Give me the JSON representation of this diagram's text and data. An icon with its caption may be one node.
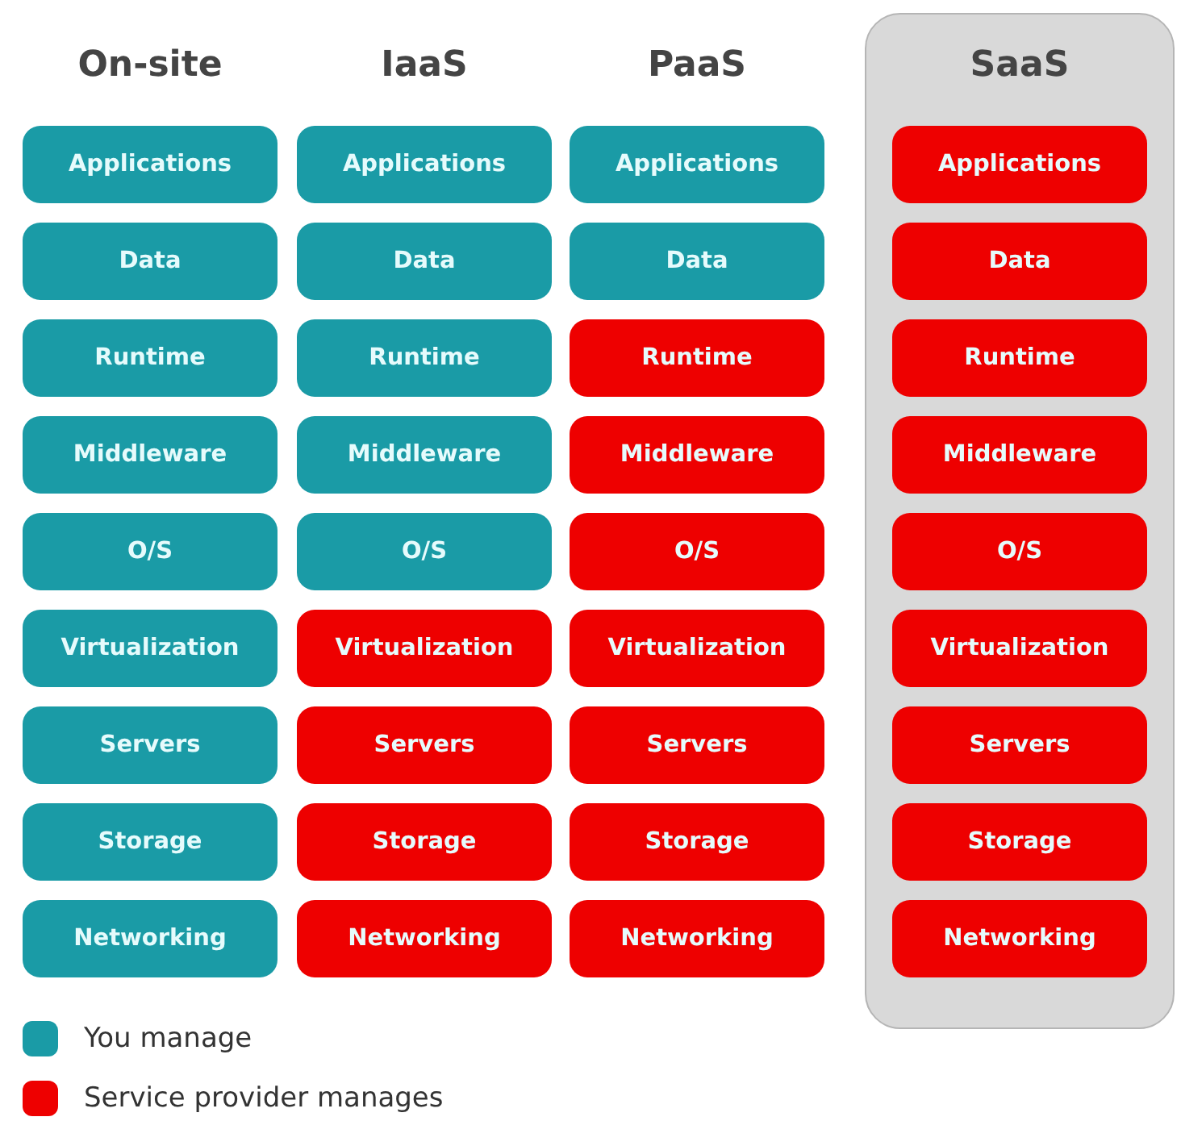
{
  "diagram": {
    "nodes": [
      {
        "text": [
          "Applications"
        ]
      },
      {
        "text": [
          "Data"
        ]
      },
      {
        "text": [
          "Runtime"
        ]
      },
      {
        "text": [
          "Middleware"
        ]
      },
      {
        "text": [
          "O/S"
        ]
      },
      {
        "text": [
          "Virtualization"
        ]
      },
      {
        "text": [
          "Servers"
        ]
      },
      {
        "text": [
          "Storage"
        ]
      },
      {
        "text": [
          "Networking"
        ]
      },
      {
        "text": [
          "Applications"
        ]
      },
      {
        "text": [
          "Data"
        ]
      },
      {
        "text": [
          "Runtime"
        ]
      },
      {
        "text": [
          "Middleware"
        ]
      },
      {
        "text": [
          "O/S"
        ]
      },
      {
        "text": [
          "Virtualization"
        ]
      },
      {
        "text": [
          "Servers"
        ]
      },
      {
        "text": [
          "Storage"
        ]
      },
      {
        "text": [
          "Networking"
        ]
      },
      {
        "text": [
          "Applications"
        ]
      },
      {
        "text": [
          "Data"
        ]
      },
      {
        "text": [
          "Runtime"
        ]
      },
      {
        "text": [
          "Middleware"
        ]
      },
      {
        "text": [
          "O/S"
        ]
      },
      {
        "text": [
          "Virtualization"
        ]
      },
      {
        "text": [
          "Servers"
        ]
      },
      {
        "text": [
          "Storage"
        ]
      },
      {
        "text": [
          "Networking"
        ]
      },
      {
        "text": [
          "SaaS"
        ]
      },
      {
        "text": [
          "Applications"
        ],
        "in": 27
      },
      {
        "text": [
          "Data"
        ],
        "in": 27
      },
      {
        "text": [
          "Runtime"
        ],
        "in": 27
      },
      {
        "text": [
          "Middleware"
        ],
        "in": 27
      },
      {
        "text": [
          "O/S"
        ],
        "in": 27
      },
      {
        "text": [
          "Virtualization"
        ],
        "in": 27
      },
      {
        "text": [
          "Servers"
        ],
        "in": 27
      },
      {
        "text": [
          "Storage"
        ],
        "in": 27
      },
      {
        "text": [
          "Networking"
        ],
        "in": 27
      }
    ],
    "labels": [
      "On-site",
      "IaaS",
      "PaaS"
    ],
    "legend": [
      {
        "text": "You manage",
        "color": "#1a9ba6"
      },
      {
        "text": "Service provider manages",
        "color": "#ee0000"
      }
    ]
  }
}
